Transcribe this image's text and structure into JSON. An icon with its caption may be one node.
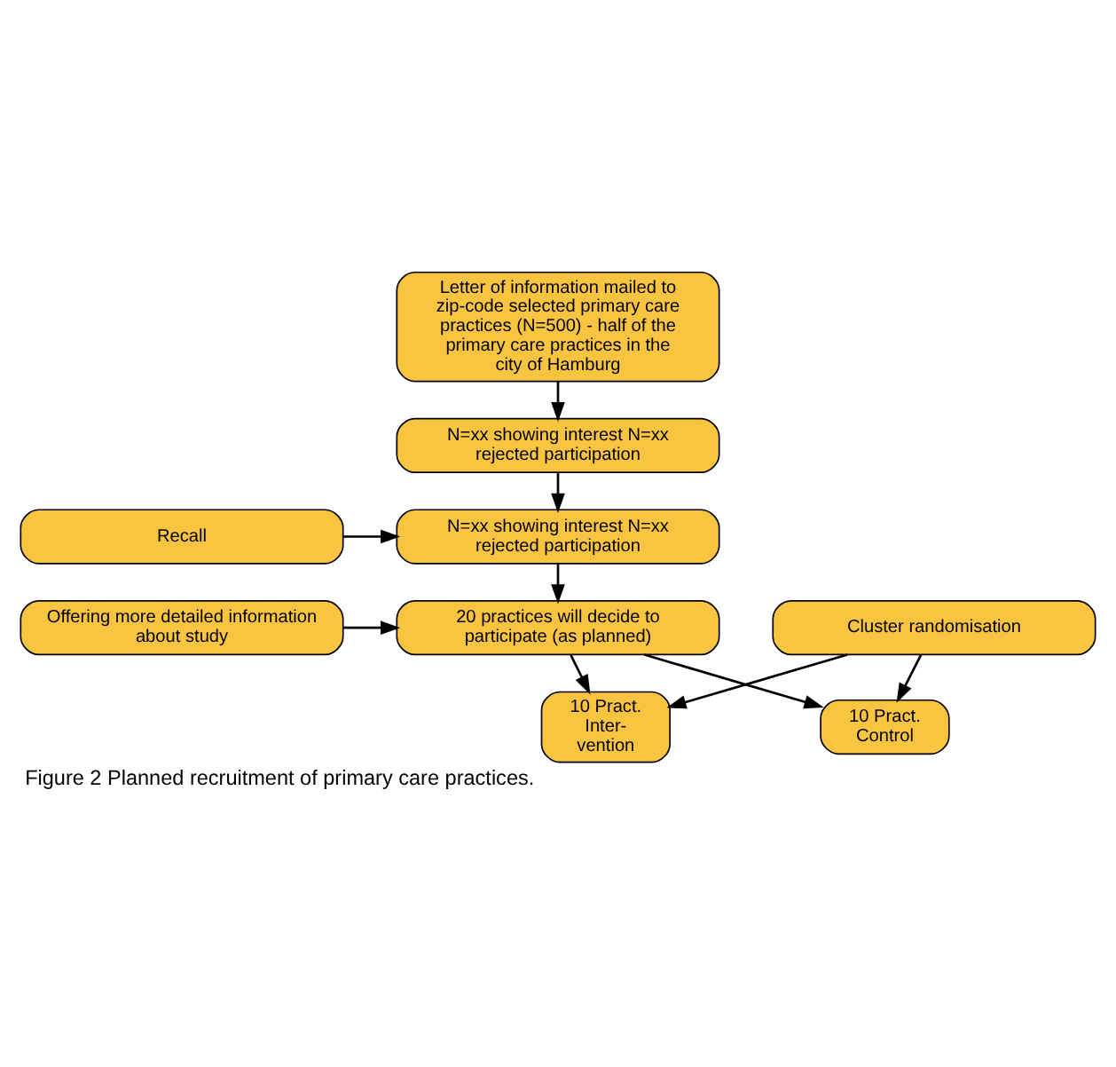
{
  "diagram": {
    "caption": "Figure 2 Planned recruitment of primary care practices.",
    "nodes": [
      {
        "text": [
          "Letter of information mailed to zip-code selected primary care practices (N=500) - half of the primary care practices in the city of Hamburg"
        ]
      },
      {
        "text": [
          "N=xx showing interest N=xx rejected participation"
        ]
      },
      {
        "text": [
          "Recall"
        ]
      },
      {
        "text": [
          "N=xx showing interest N=xx rejected participation"
        ]
      },
      {
        "text": [
          "Offering more detailed information about study"
        ]
      },
      {
        "text": [
          "20 practices will decide to participate (as planned)"
        ]
      },
      {
        "text": [
          "Cluster randomisation"
        ]
      },
      {
        "text": [
          "10 Pract. Inter-vention"
        ]
      },
      {
        "text": [
          "10 Pract. Control"
        ]
      }
    ],
    "edges": [
      {
        "from": 0,
        "to": 1,
        "arrow": "to"
      },
      {
        "from": 1,
        "to": 3,
        "arrow": "to"
      },
      {
        "from": 2,
        "to": 3,
        "arrow": "to"
      },
      {
        "from": 3,
        "to": 5,
        "arrow": "to"
      },
      {
        "from": 4,
        "to": 5,
        "arrow": "to"
      },
      {
        "from": 5,
        "to": 7,
        "arrow": "to"
      },
      {
        "from": 5,
        "to": 8,
        "arrow": "to"
      },
      {
        "from": 6,
        "to": 7,
        "arrow": "to"
      },
      {
        "from": 6,
        "to": 8,
        "arrow": "to"
      }
    ]
  }
}
